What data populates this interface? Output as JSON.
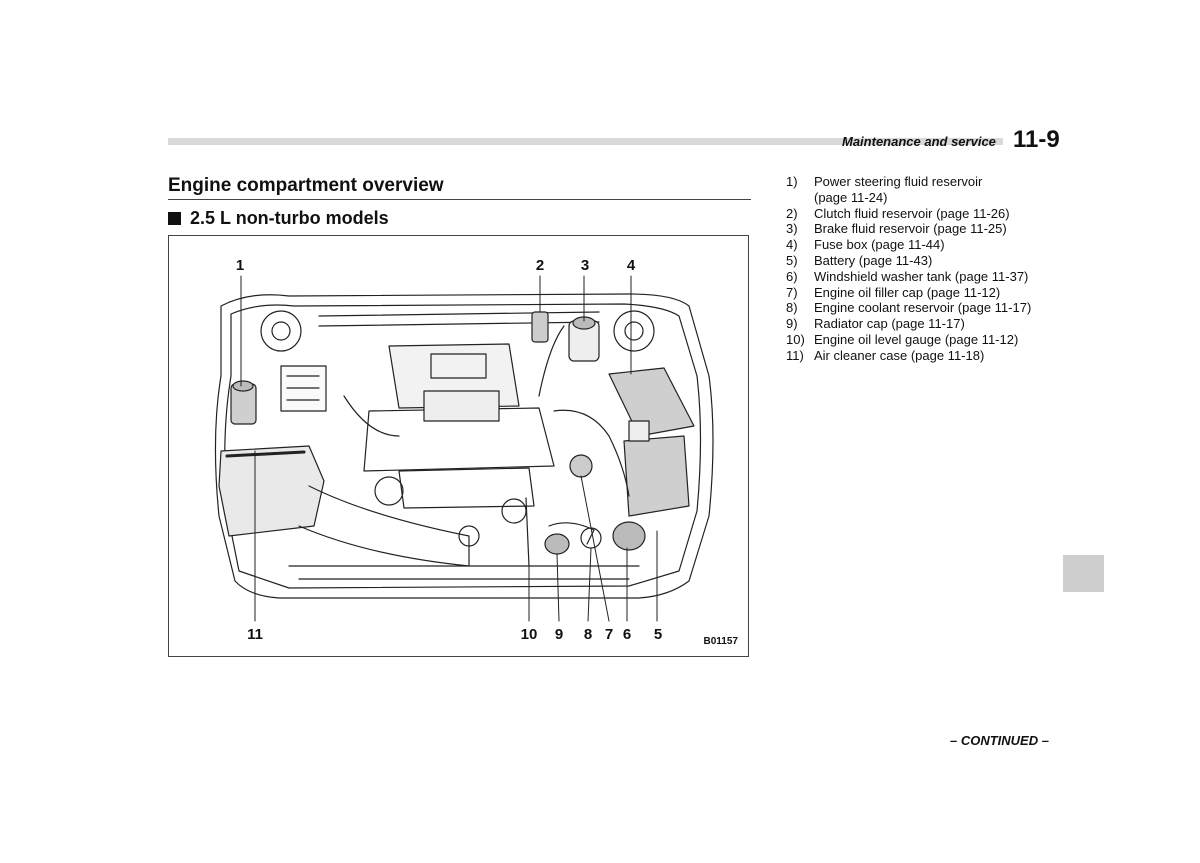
{
  "header": {
    "section": "Maintenance and service",
    "page": "11-9"
  },
  "title": "Engine compartment overview",
  "subtitle": "2.5 L non-turbo models",
  "figure": {
    "code": "B01157",
    "callouts": [
      "1",
      "2",
      "3",
      "4",
      "5",
      "6",
      "7",
      "8",
      "9",
      "10",
      "11"
    ]
  },
  "legend": [
    {
      "num": "1)",
      "lines": [
        "Power steering fluid reservoir",
        "(page 11-24)"
      ]
    },
    {
      "num": "2)",
      "lines": [
        "Clutch fluid reservoir (page 11-26)"
      ]
    },
    {
      "num": "3)",
      "lines": [
        "Brake fluid reservoir (page 11-25)"
      ]
    },
    {
      "num": "4)",
      "lines": [
        "Fuse box (page 11-44)"
      ]
    },
    {
      "num": "5)",
      "lines": [
        "Battery (page 11-43)"
      ]
    },
    {
      "num": "6)",
      "lines": [
        "Windshield washer tank (page 11-37)"
      ]
    },
    {
      "num": "7)",
      "lines": [
        "Engine oil filler cap (page 11-12)"
      ]
    },
    {
      "num": "8)",
      "lines": [
        "Engine coolant reservoir (page 11-17)"
      ]
    },
    {
      "num": "9)",
      "lines": [
        "Radiator cap (page 11-17)"
      ]
    },
    {
      "num": "10)",
      "lines": [
        "Engine oil level gauge (page 11-12)"
      ]
    },
    {
      "num": "11)",
      "lines": [
        "Air cleaner case (page 11-18)"
      ]
    }
  ],
  "footer": {
    "continued": "– CONTINUED –"
  }
}
